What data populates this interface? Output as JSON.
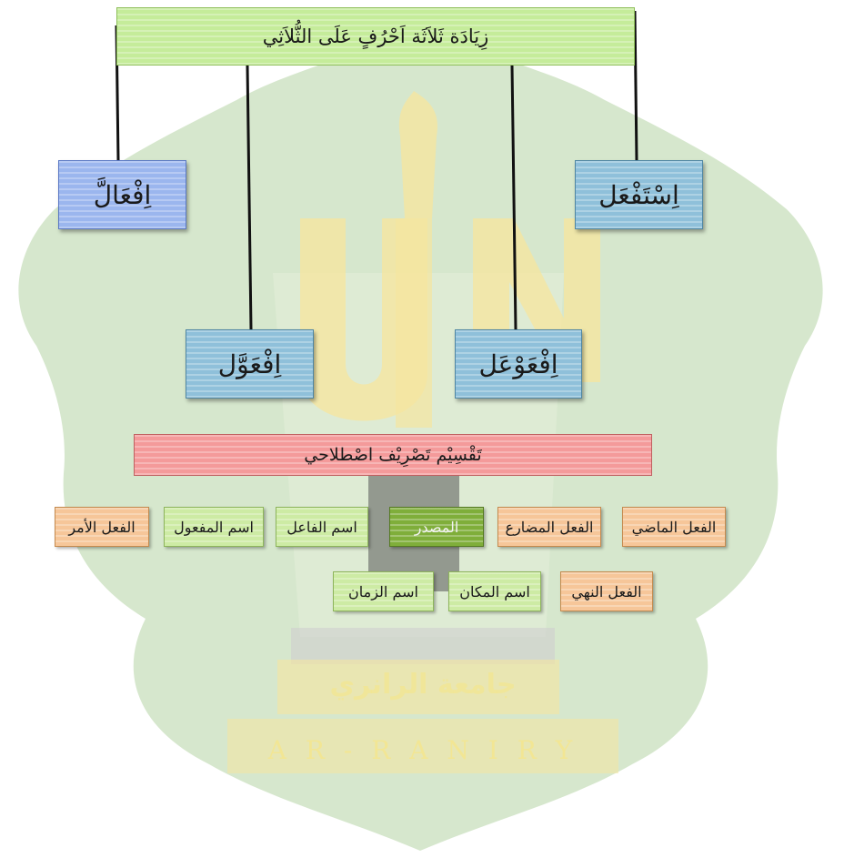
{
  "watermark": {
    "arabic_name": "جامعة الرانري",
    "latin_name": "A R - R A N I R Y",
    "color_green": "#cfe3c4",
    "color_yellow": "#f5e6a0"
  },
  "diagram": {
    "title": "زِيَادَة ثَلاَثَة اَحْرُفٍ عَلَى الثُّلاَثِي",
    "patterns": {
      "istafala": "اِسْتَفْعَل",
      "ifaall": "اِفْعَالَّ",
      "ifawala": "اِفْعَوْعَل",
      "ifawwala": "اِفْعَوَّل"
    },
    "classification_title": "تَقْسِيْم تَصْرِيْف اصْطلاحي",
    "forms": {
      "madi": "الفعل الماضي",
      "mudari": "الفعل المضارع",
      "masdar": "المصدر",
      "ism_fail": "اسم الفاعل",
      "ism_maful": "اسم المفعول",
      "amr": "الفعل الأمر",
      "nahy": "الفعل النهي",
      "ism_makan": "اسم المكان",
      "ism_zaman": "اسم الزمان"
    }
  }
}
